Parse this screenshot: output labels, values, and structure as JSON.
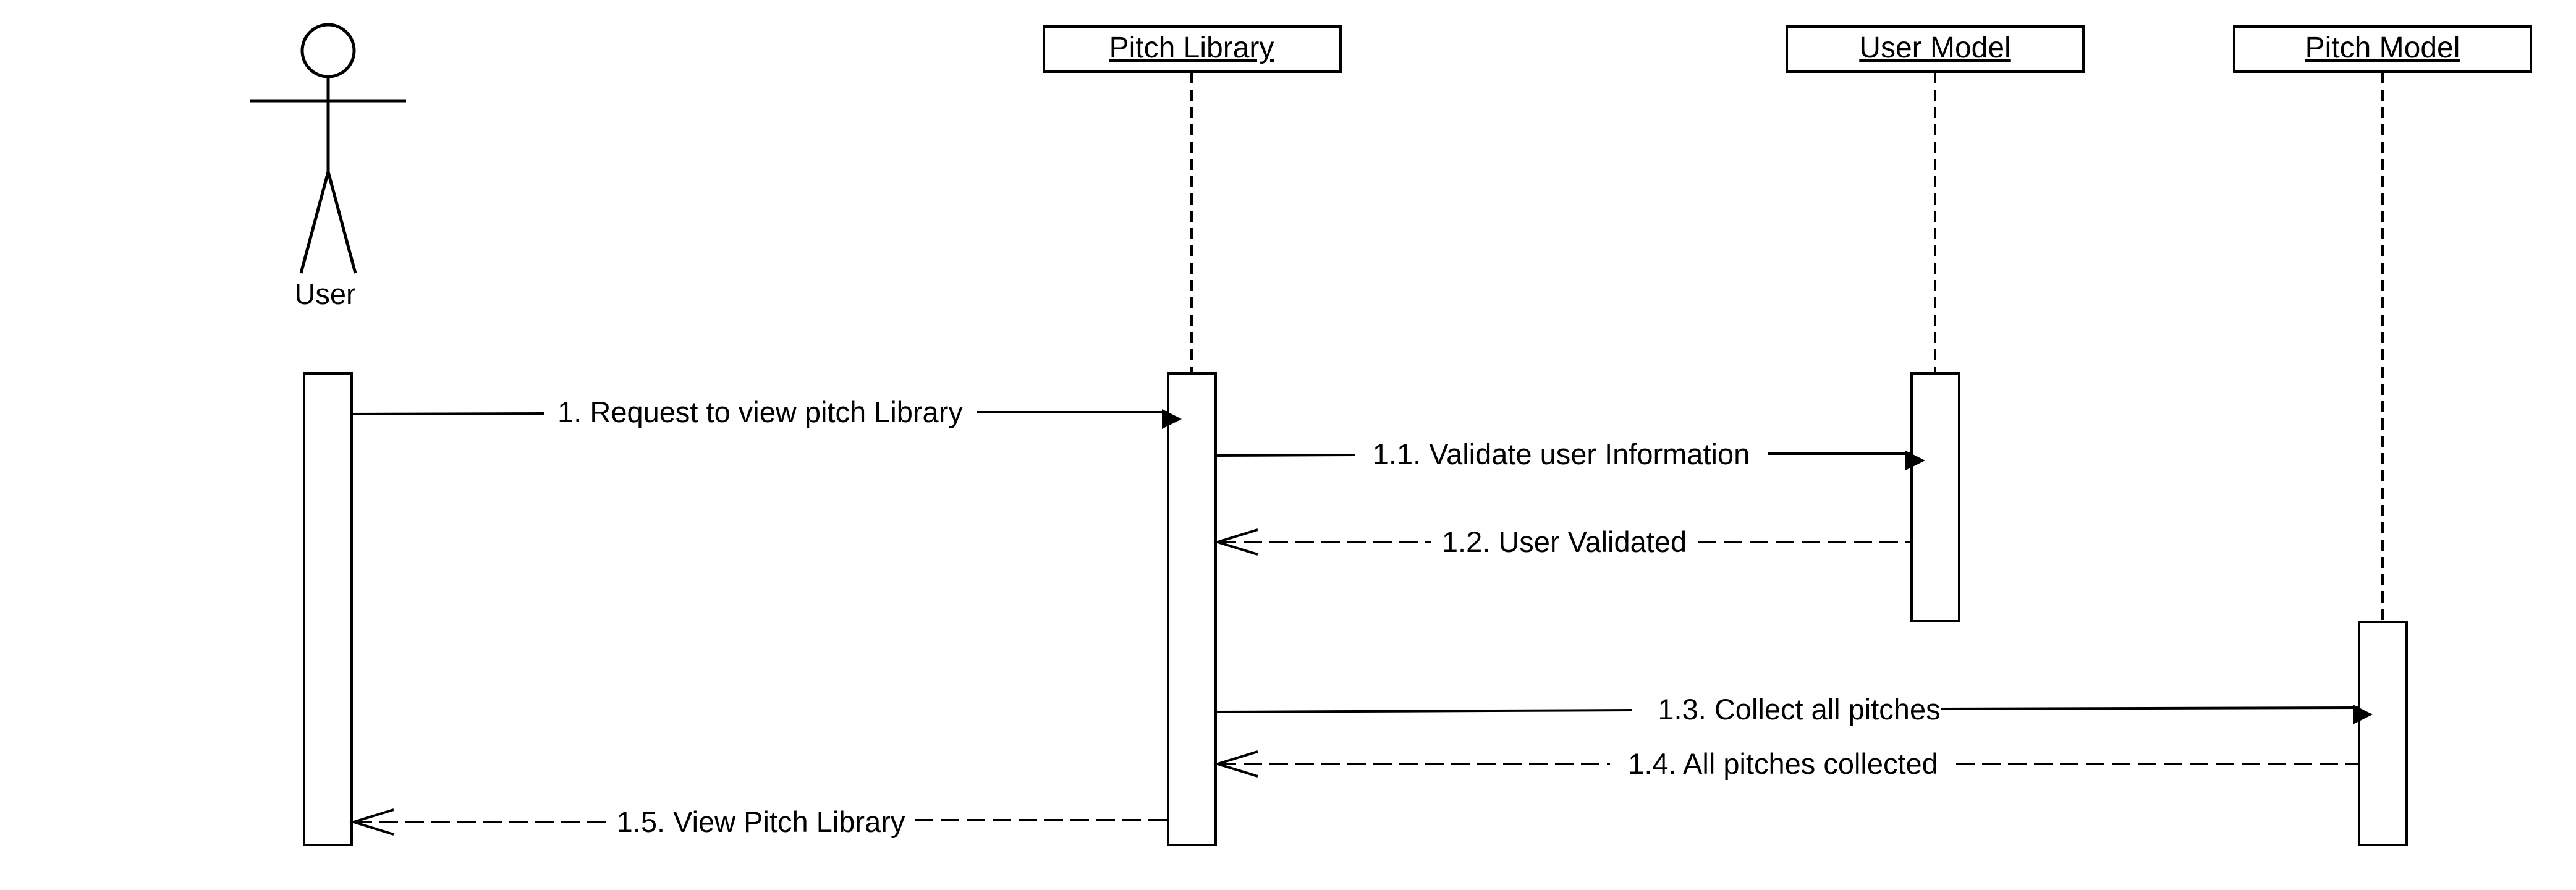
{
  "actor": {
    "label": "User"
  },
  "lifelines": [
    {
      "id": "pitch-library",
      "label": "Pitch Library"
    },
    {
      "id": "user-model",
      "label": "User Model"
    },
    {
      "id": "pitch-model",
      "label": "Pitch Model"
    }
  ],
  "messages": [
    {
      "id": "m1",
      "label": "1. Request to view pitch Library",
      "type": "sync"
    },
    {
      "id": "m11",
      "label": "1.1. Validate user Information",
      "type": "sync"
    },
    {
      "id": "m12",
      "label": "1.2. User Validated",
      "type": "return"
    },
    {
      "id": "m13",
      "label": "1.3. Collect all pitches",
      "type": "sync"
    },
    {
      "id": "m14",
      "label": "1.4. All pitches collected",
      "type": "return"
    },
    {
      "id": "m15",
      "label": "1.5. View Pitch Library",
      "type": "return"
    }
  ]
}
